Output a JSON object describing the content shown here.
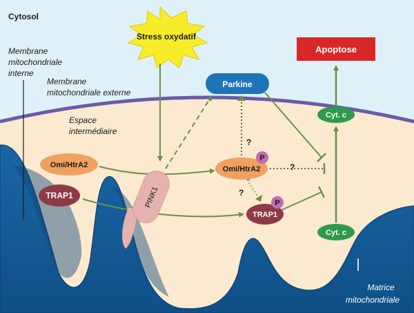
{
  "labels": {
    "cytosol": "Cytosol",
    "stress": "Stress oxydatif",
    "apoptose": "Apoptose",
    "inner_membrane": [
      "Membrane",
      "mitochondriale",
      "interne"
    ],
    "outer_membrane": [
      "Membrane",
      "mitochondriale externe"
    ],
    "intermembrane_space": [
      "Espace",
      "intermédiaire"
    ],
    "matrix": [
      "Matrice",
      "mitochondriale"
    ]
  },
  "proteins": {
    "parkine": "Parkine",
    "pink1": "PINK1",
    "omi_left": "Omi/HtrA2",
    "omi_right": "Omi/HtrA2",
    "trap1_left": "TRAP1",
    "trap1_right": "TRAP1",
    "cytc_top": "Cyt. c",
    "cytc_bottom": "Cyt. c",
    "phospho": "P"
  },
  "marks": {
    "question": "?"
  },
  "colors": {
    "cytosol_bg": "#dff1f8",
    "intermembrane": "#fbe9d0",
    "matrix": "#1f6fae",
    "outer_membrane": "#6a5aa8",
    "arrow_green": "#6b8f47",
    "stress_yellow": "#f7ec2a",
    "apoptose_red": "#d92626",
    "parkine_blue": "#1d74b8",
    "omi_orange": "#f0a060",
    "trap1_maroon": "#8e3a45",
    "cytc_green": "#2e9a4c",
    "pink1_pink": "#e6b2b0"
  }
}
